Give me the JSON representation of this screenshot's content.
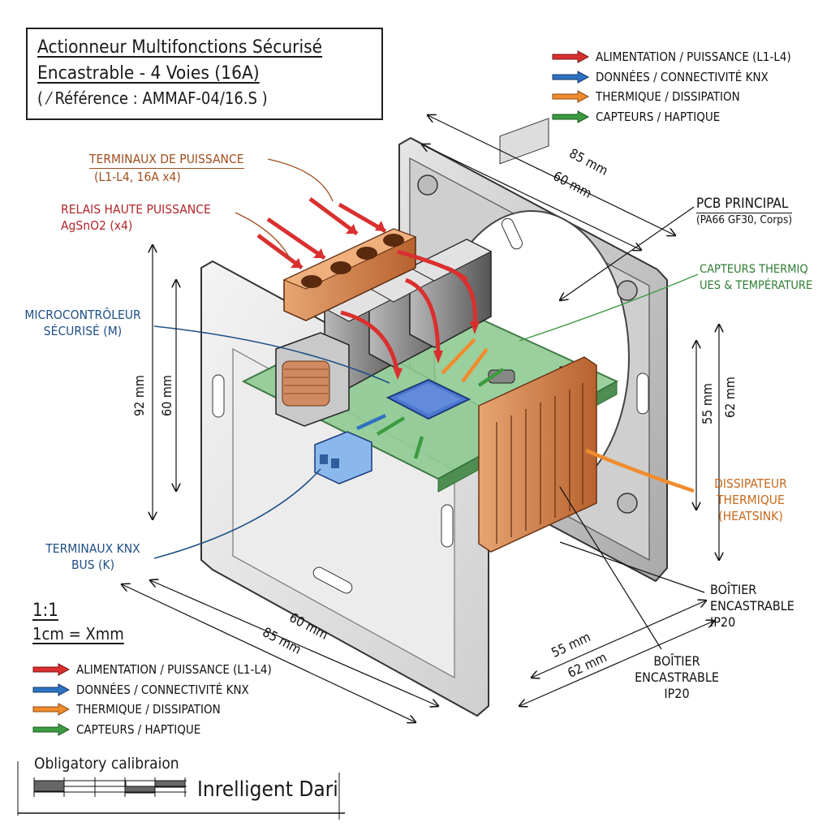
{
  "title": {
    "line1": "Actionneur Multifonctions Sécurisé",
    "line2": "Encastrable - 4 Voies (16A)",
    "reference": "( ⁄ Référence : AMMAF-04/16.S )"
  },
  "legend_top": [
    {
      "color": "#d9302f",
      "label": "ALIMENTATION / PUISSANCE (L1-L4)",
      "icon": "red-arrow-icon"
    },
    {
      "color": "#2e72c0",
      "label": "DONNÉES / CONNECTIVITÉ KNX",
      "icon": "blue-arrow-icon"
    },
    {
      "color": "#f08c2e",
      "label": "THERMIQUE / DISSIPATION",
      "icon": "orange-arrow-icon"
    },
    {
      "color": "#3c9b41",
      "label": "CAPTEURS / HAPTIQUE",
      "icon": "green-arrow-icon"
    }
  ],
  "legend_bottom": [
    {
      "color": "#d9302f",
      "label": "ALIMENTATION / PUISSANCE (L1-L4)",
      "icon": "red-arrow-icon"
    },
    {
      "color": "#2e72c0",
      "label": "DONNÉES / CONNECTIVITÉ KNX",
      "icon": "blue-arrow-icon"
    },
    {
      "color": "#f08c2e",
      "label": "THERMIQUE / DISSIPATION",
      "icon": "orange-arrow-icon"
    },
    {
      "color": "#3c9b41",
      "label": "CAPTEURS / HAPTIQUE",
      "icon": "green-arrow-icon"
    }
  ],
  "callouts": {
    "power_terminals": {
      "line1": "TERMINAUX DE PUISSANCE",
      "line2": "(L1-L4, 16A x4)"
    },
    "relays": {
      "line1": "RELAIS HAUTE PUISSANCE",
      "line2": "AgSnO2 (x4)"
    },
    "mcu": {
      "line1": "MICROCONTRÔLEUR",
      "line2": "SÉCURISÉ (M)"
    },
    "knx": {
      "line1": "TERMINAUX KNX",
      "line2": "BUS (K)"
    },
    "pcb": {
      "line1": "PCB PRINCIPAL",
      "line2": "(PA66 GF30, Corps)"
    },
    "sensors": {
      "line1": "CAPTEURS THERMIQ",
      "line2": "UES & TEMPÉRATURE"
    },
    "heatsink": {
      "line1": "DISSIPATEUR",
      "line2": "THERMIQUE",
      "line3": "(HEATSINK)"
    },
    "housing_a": {
      "line1": "BOÎTIER",
      "line2": "ENCASTRABLE",
      "line3": "IP20"
    },
    "housing_b": {
      "line1": "BOÎTIER",
      "line2": "ENCASTRABLE",
      "line3": "IP20"
    }
  },
  "dimensions": {
    "top_outer": "85 mm",
    "top_inner": "60 mm",
    "left_outer": "92 mm",
    "left_inner": "60 mm",
    "right_inner": "55 mm",
    "right_outer": "62 mm",
    "bottom_front_inner": "60 mm",
    "bottom_front_outer": "85 mm",
    "bottom_depth_inner": "55 mm",
    "bottom_depth_outer": "62 mm"
  },
  "scale": {
    "ratio": "1:1",
    "equation": "1cm = Xmm"
  },
  "calibration": {
    "title": "Obligatory calibraion",
    "brand": "Inrelligent Dari"
  },
  "colors": {
    "power": "#d9302f",
    "data": "#2e72c0",
    "thermal": "#f08c2e",
    "sensor": "#3c9b41",
    "pcb": "#7fbf85",
    "copper": "#d98a52"
  }
}
